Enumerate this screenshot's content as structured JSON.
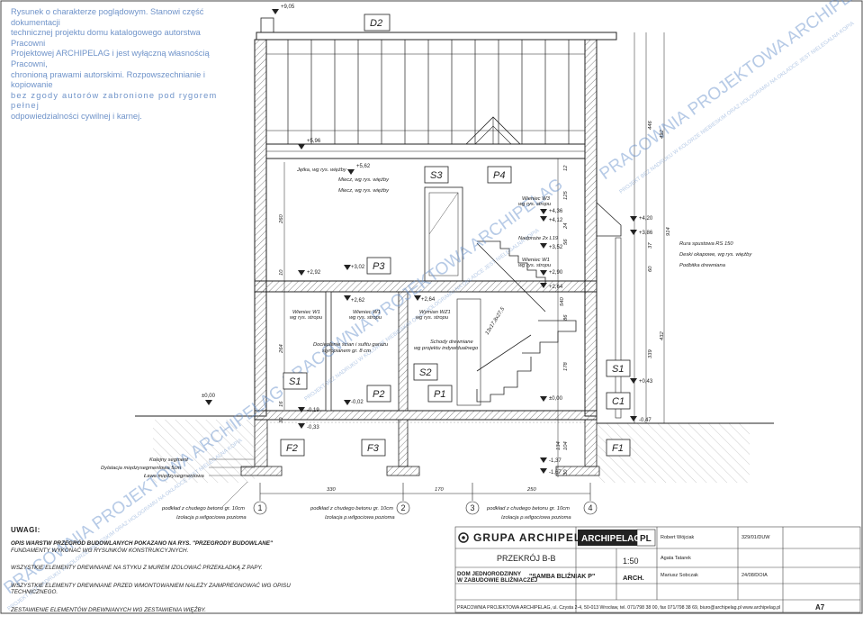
{
  "disclaimer": {
    "lines": [
      "Rysunek o charakterze poglądowym. Stanowi część dokumentacji",
      "technicznej projektu domu katalogowego autorstwa Pracowni",
      "Projektowej ARCHIPELAG i jest wyłączną własnością Pracowni,",
      "chronioną prawami autorskimi. Rozpowszechnianie i kopiowanie",
      "bez zgody autorów zabronione pod rygorem pełnej",
      "odpowiedzialności cywilnej i karnej."
    ]
  },
  "drawing": {
    "levels": {
      "ridge": "+9,05",
      "top_floor": "+5,96",
      "l562": "+5,62",
      "l436": "+4,36",
      "l412": "+4,12",
      "l420": "+4,20",
      "l386": "+3,86",
      "l352": "+3,52",
      "l292": "+2,92",
      "l302": "+3,02",
      "l264a": "+2,64",
      "l262": "+2,62",
      "l264b": "+2,64",
      "l290": "+2,90",
      "zero_left": "±0,00",
      "zero_mid": "±0,00",
      "l002": "-0,02",
      "l019": "-0,19",
      "l033": "-0,33",
      "l043": "+0,43",
      "l047": "-0,47",
      "l137": "-1,37",
      "l167": "-1,67"
    },
    "rooms": [
      "D2",
      "S3",
      "P4",
      "P3",
      "S1",
      "P2",
      "S2",
      "P1",
      "S1",
      "C1",
      "F2",
      "F3",
      "F1"
    ],
    "annotations": {
      "jetka": "Jętka, wg rys. więźby",
      "miecz1": "Miecz, wg rys. więźby",
      "miecz2": "Miecz, wg rys. więźby",
      "wieniec_w3": "Wieniec W3",
      "wieniec_w3_sub": "wg rys. stropu",
      "nadproze": "Nadproże 2x L19",
      "wieniec_w1_r": "Wieniec W1",
      "wieniec_w1_r_sub": "wg rys. stropu",
      "wieniec_w1_a": "Wieniec W1",
      "wieniec_w1_a_sub": "wg rys. stropu",
      "wieniec_w1_b": "Wieniec W1",
      "wieniec_w1_b_sub": "wg rys. stropu",
      "wymian": "Wymian WZ1",
      "wymian_sub": "wg rys. stropu",
      "stairs_note": "13x17,8x27,5",
      "docieplenie": "Docieplenie ścian i sufitu garażu",
      "docieplenie_sub": "styropianem gr. 8 cm",
      "schody": "Schody drewniane",
      "schody_sub": "wg projektu indywidualnego",
      "rura": "Rura spustowa RS 150",
      "deski": "Deski okapowe,  wg rys. więźby",
      "podbitka": "Podbitka drewniana",
      "kolejny": "Kolejny segment",
      "dylatacja": "Dylatacja międzysegmentowa 5cm",
      "lawa": "Ława międzysegmentowa",
      "podklad1": "podkład z chudego betonu gr. 10cm",
      "izolacja1": "Izolacja p.wilgociowa pozioma",
      "podklad2": "podkład z chudego betonu gr. 10cm",
      "izolacja2": "Izolacja p.wilgociowa pozioma",
      "podklad3": "podkład z chudego betonu gr. 10cm",
      "izolacja3": "Izolacja p.wilgociowa pozioma"
    },
    "dims": {
      "d260": "260",
      "d264": "264",
      "d10": "10",
      "d16": "16",
      "d30": "30",
      "d446": "446",
      "d492": "492",
      "d914": "914",
      "d432": "432",
      "d339": "339",
      "d37": "37",
      "d60": "60",
      "d125": "125",
      "d24": "24",
      "d12": "12",
      "d56": "56",
      "d540": "540",
      "d86": "86",
      "d178": "178",
      "d104": "104",
      "d134": "134",
      "d30b": "30",
      "d330": "330",
      "d170": "170",
      "d250": "250"
    },
    "axes": [
      "1",
      "2",
      "3",
      "4"
    ]
  },
  "uwagi": {
    "title": "UWAGI:",
    "notes": [
      "OPIS WARSTW PRZEGRÓD BUDOWLANYCH POKAZANO NA RYS. \"PRZEGRODY BUDOWLANE\"",
      "FUNDAMENTY WYKONAĆ WG RYSUNKÓW KONSTRUKCYJNYCH.",
      "WSZYSTKIE ELEMENTY DREWNIANE NA STYKU Z MUREM IZOLOWAĆ PRZEKŁADKĄ Z PAPY.",
      "WSZYSTKIE ELEMENTY DREWNIANE PRZED WMONTOWANIEM NALEŻY ZAIMPREGNOWAĆ WG OPISU TECHNICZNEGO.",
      "ZESTAWIENIE ELEMENTÓW DREWNIANYCH WG ZESTAWIENIA WIĘŹBY."
    ]
  },
  "title_block": {
    "grupa": "GRUPA ARCHIPELAG",
    "archipelag": "ARCHIPELAG",
    "pl": "PL",
    "drawing_title": "PRZEKRÓJ B-B",
    "scale": "1:50",
    "project_type": "DOM JEDNORODZINNY",
    "project_type2": "W ZABUDOWIE BLIŹNIACZEJ",
    "project_name": "\"SAMBA BLIŹNIAK P\"",
    "branch": "ARCH.",
    "persons": [
      "Robert Wójciak",
      "Agata Tatarek",
      "Mariusz Sobczak"
    ],
    "codes": [
      "329/01/DUW",
      "24/08/DOIA"
    ],
    "address": "PRACOWNIA PROJEKTOWA ARCHIPELAG, ul. Czysta 2-4, 50-013 Wrocław, tel. 071/798 38 00, fax 071/798 38 69, biuro@archipelag.pl   www.archipelag.pl",
    "sheet": "A7"
  },
  "watermark": {
    "main": "PRACOWNIA PROJEKTOWA ARCHIPELAG",
    "small": "PROJEKT BEZ NADRUKU W KOLORZE NIEBIESKIM ORAZ HOLOGRAMU NA OKŁADCE JEST NIELEGALNA KOPIA"
  },
  "colors": {
    "line": "#222222",
    "watermark": "#6f93c9",
    "hatch": "#555555"
  }
}
